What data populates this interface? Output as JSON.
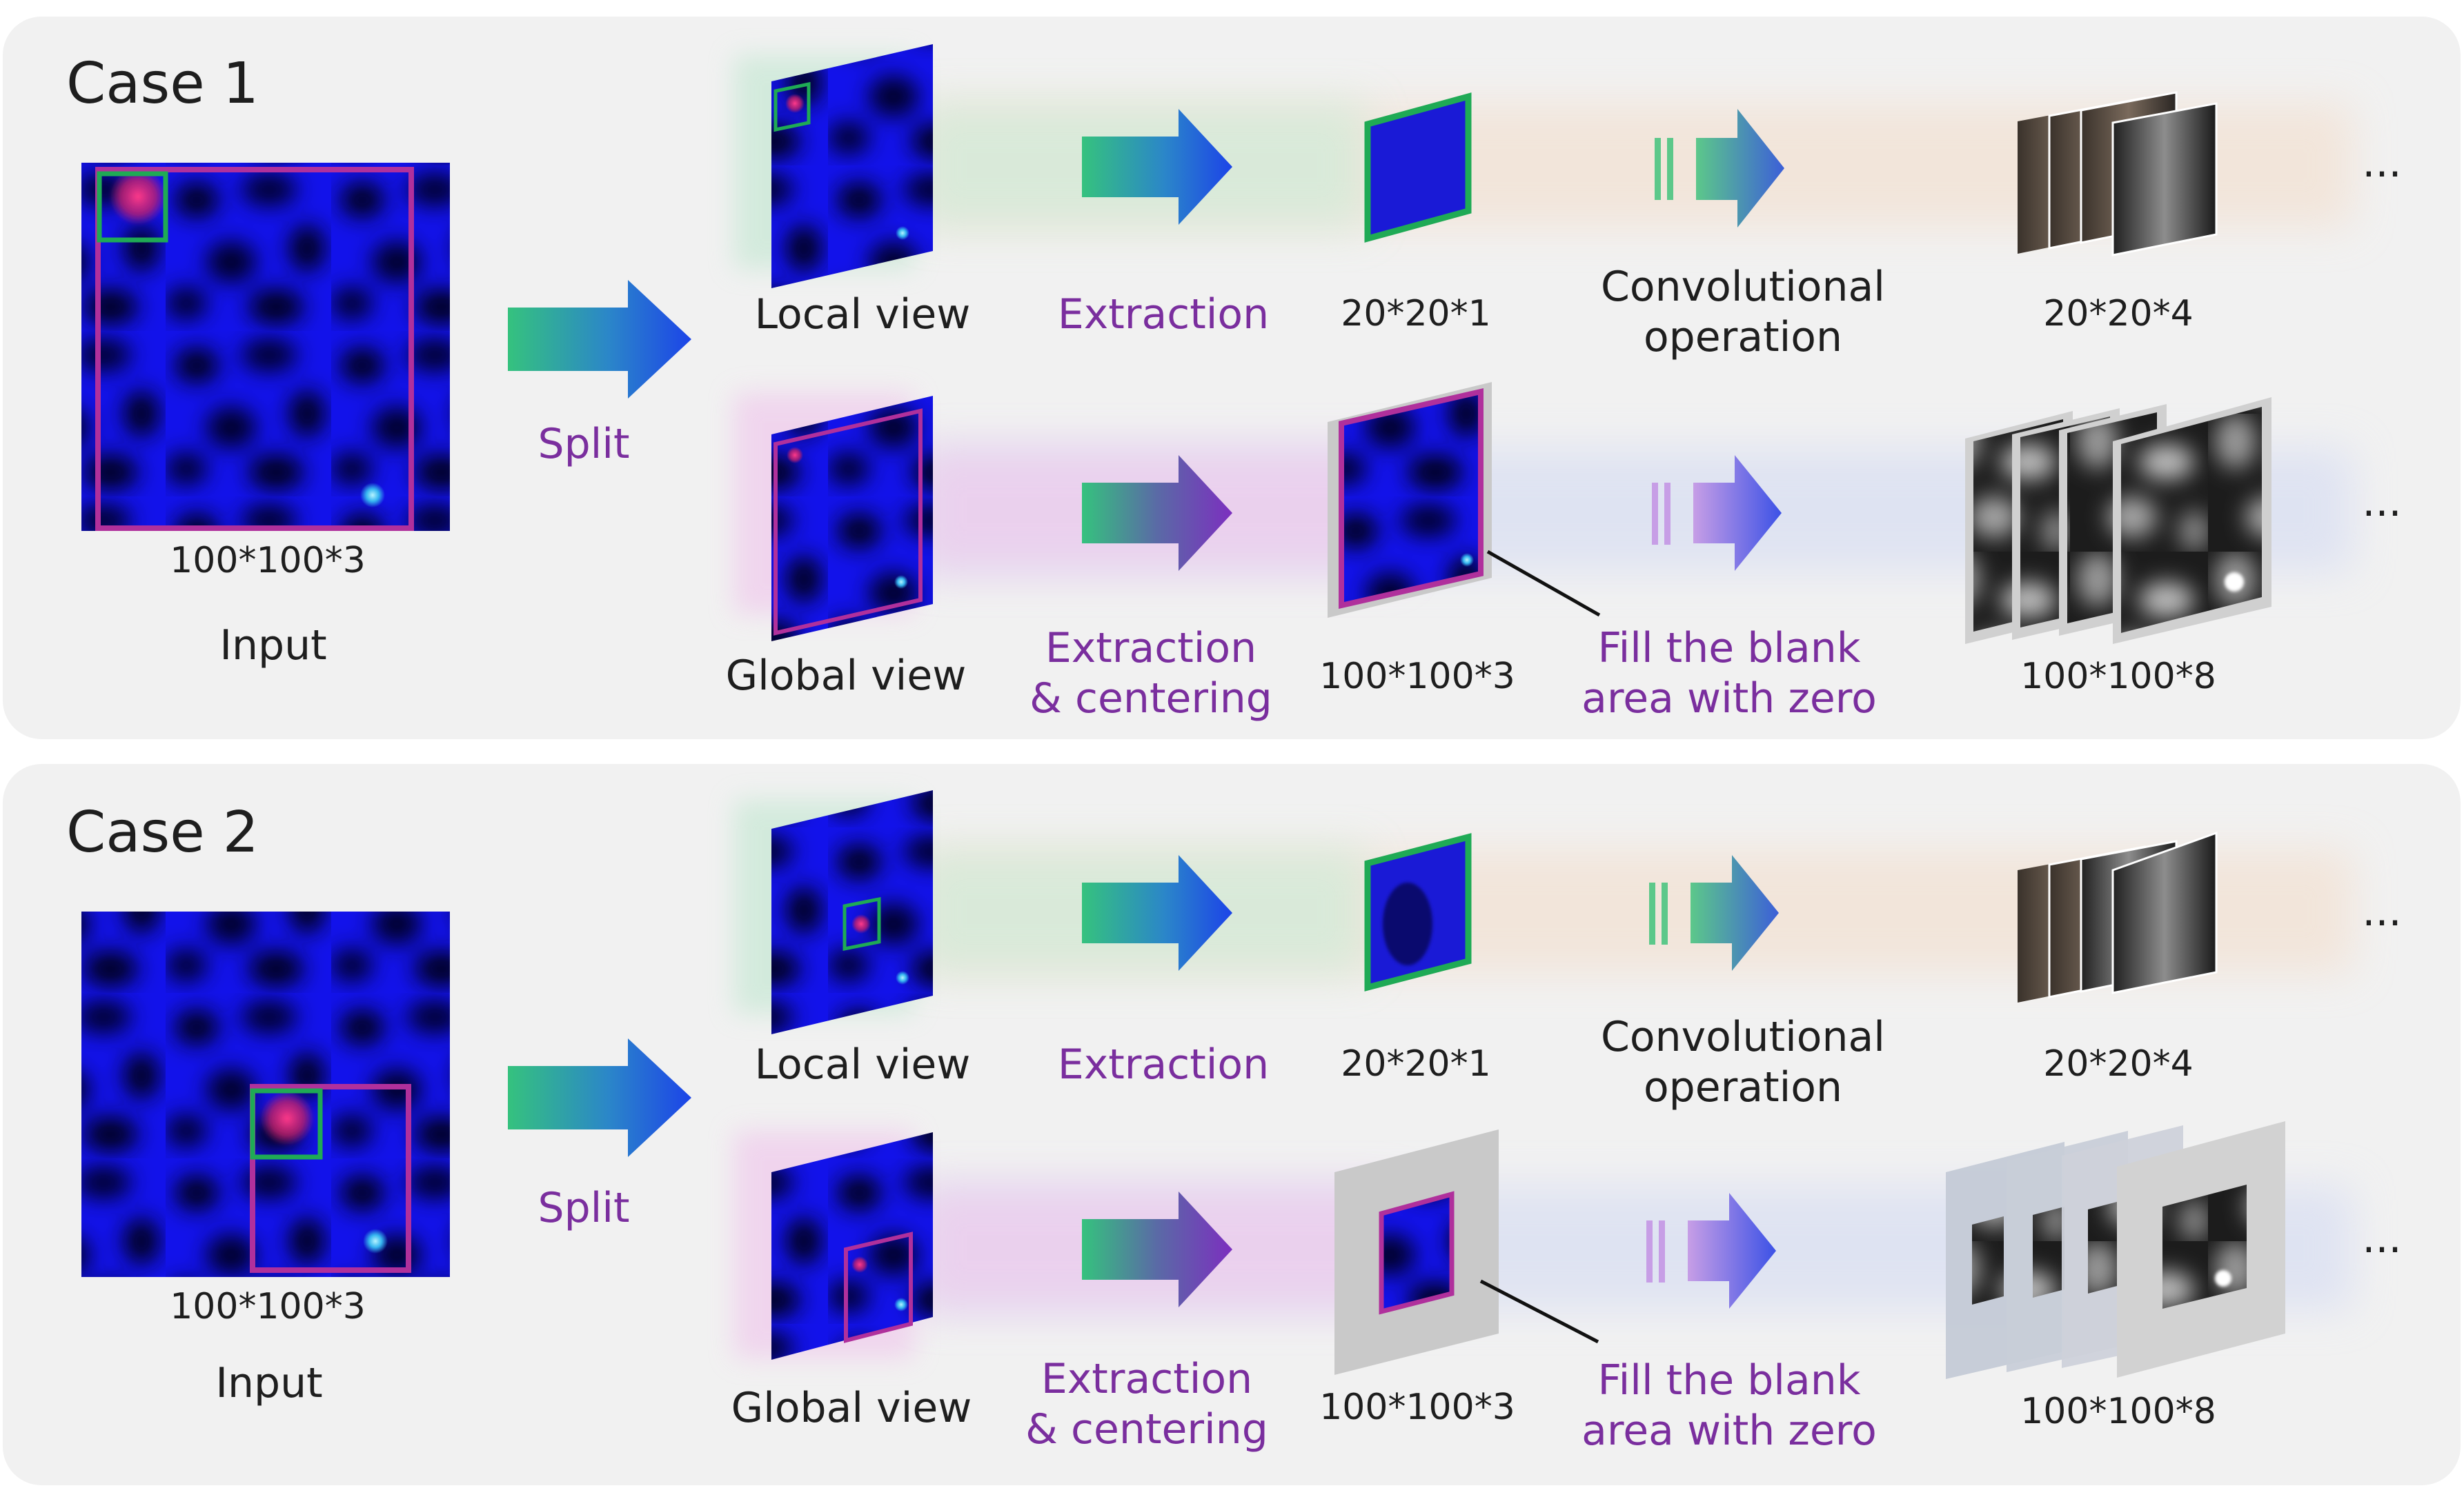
{
  "cases": [
    {
      "title": "Case 1",
      "input_size": "100*100*3",
      "input_label": "Input",
      "split_label": "Split",
      "local": {
        "view_label": "Local view",
        "step_label": "Extraction",
        "output_size": "20*20*1",
        "conv_label_line1": "Convolutional",
        "conv_label_line2": "operation",
        "feature_size": "20*20*4",
        "ellipsis": "..."
      },
      "global": {
        "view_label": "Global view",
        "step_label_line1": "Extraction",
        "step_label_line2": "& centering",
        "output_size": "100*100*3",
        "fill_label_line1": "Fill the blank",
        "fill_label_line2": "area with zero",
        "feature_size": "100*100*8",
        "ellipsis": "..."
      }
    },
    {
      "title": "Case 2",
      "input_size": "100*100*3",
      "input_label": "Input",
      "split_label": "Split",
      "local": {
        "view_label": "Local view",
        "step_label": "Extraction",
        "output_size": "20*20*1",
        "conv_label_line1": "Convolutional",
        "conv_label_line2": "operation",
        "feature_size": "20*20*4",
        "ellipsis": "..."
      },
      "global": {
        "view_label": "Global view",
        "step_label_line1": "Extraction",
        "step_label_line2": "& centering",
        "output_size": "100*100*3",
        "fill_label_line1": "Fill the blank",
        "fill_label_line2": "area with zero",
        "feature_size": "100*100*8",
        "ellipsis": "..."
      }
    }
  ],
  "colors": {
    "panel_bg": "#f1f1f1",
    "local_box": "#1faa55",
    "global_box": "#b0309c",
    "label_purple": "#7a2e9e",
    "map_blue": "#1414ee",
    "map_dark": "#05052a",
    "local_band": "#f3dcc8",
    "global_band": "#d3daf3",
    "green_glow": "#bfe6cf",
    "pink_glow": "#f0c9ec"
  }
}
